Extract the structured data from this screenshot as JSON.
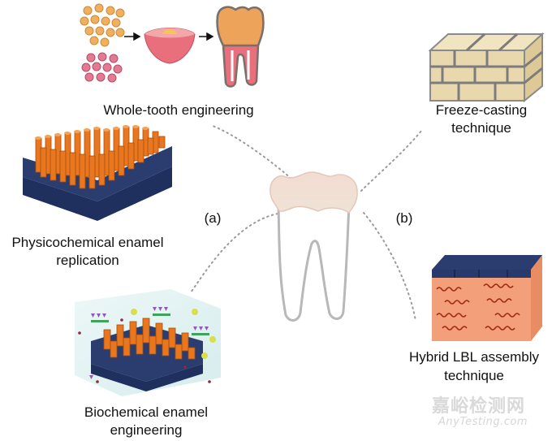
{
  "labels": {
    "whole_tooth": "Whole-tooth engineering",
    "physicochemical_line1": "Physicochemical enamel",
    "physicochemical_line2": "replication",
    "biochemical_line1": "Biochemical enamel",
    "biochemical_line2": "engineering",
    "freeze_line1": "Freeze-casting",
    "freeze_line2": "technique",
    "hybrid_line1": "Hybrid LBL assembly",
    "hybrid_line2": "technique",
    "panel_a": "(a)",
    "panel_b": "(b)"
  },
  "watermark": {
    "cn_text": "嘉峪检测网",
    "url_text": "AnyTesting.com"
  },
  "colors": {
    "cell_orange": "#f0b060",
    "cell_pink": "#e47a92",
    "crown_orange": "#eea35a",
    "pulp_pink": "#e86f7b",
    "rod_orange": "#e9771f",
    "rod_base_blue": "#2b3d6f",
    "brick": "#e9d8ad",
    "lbl_orange": "#f3a07a",
    "lbl_blue": "#28396b",
    "dots": "#9a9a9a"
  }
}
